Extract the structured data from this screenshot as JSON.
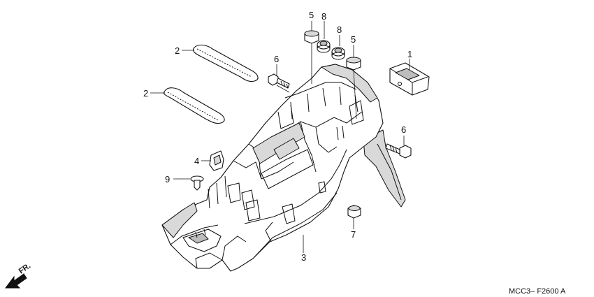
{
  "callouts": {
    "c1": "1",
    "c2a": "2",
    "c2b": "2",
    "c3": "3",
    "c4": "4",
    "c5a": "5",
    "c5b": "5",
    "c6a": "6",
    "c6b": "6",
    "c7": "7",
    "c8a": "8",
    "c8b": "8",
    "c9": "9"
  },
  "diagram_code": "MCC3– F2600 A",
  "front_label": "FR."
}
